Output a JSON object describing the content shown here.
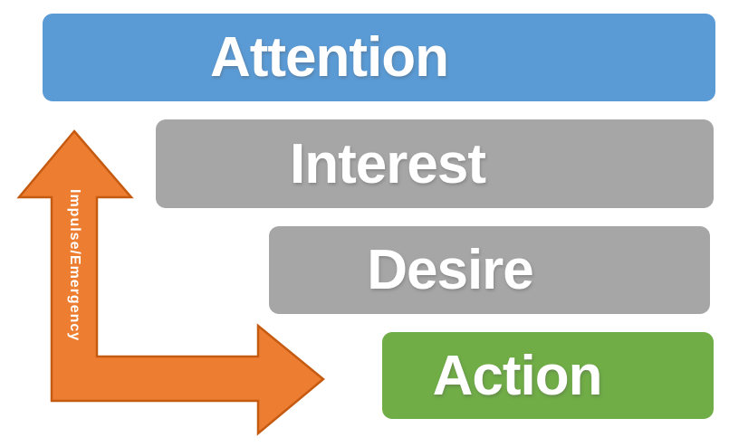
{
  "canvas": {
    "background": "#FFFFFF"
  },
  "bars": [
    {
      "id": "attention",
      "label": "Attention",
      "fill": "#5B9BD5",
      "text_color": "#FFFFFF"
    },
    {
      "id": "interest",
      "label": "Interest",
      "fill": "#A6A6A6",
      "text_color": "#FFFFFF"
    },
    {
      "id": "desire",
      "label": "Desire",
      "fill": "#A6A6A6",
      "text_color": "#FFFFFF"
    },
    {
      "id": "action",
      "label": "Action",
      "fill": "#70AD47",
      "text_color": "#FFFFFF"
    }
  ],
  "arrow": {
    "label": "Impulse/Emergency",
    "fill": "#ED7D31",
    "stroke": "#C55A11",
    "label_color": "#FFFFFF",
    "direction": "up-and-right"
  }
}
